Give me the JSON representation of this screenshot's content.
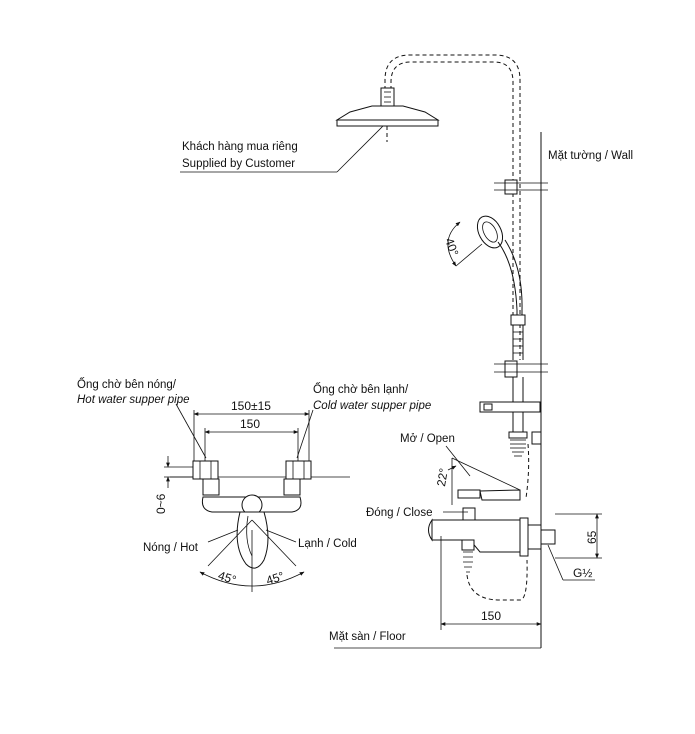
{
  "labels": {
    "customer_vi": "Khách hàng mua riêng",
    "customer_en": "Supplied by Customer",
    "wall": "Mặt tường / Wall",
    "angle_handshower": "40°",
    "hot_pipe_vi": "Ống chờ bên nóng/",
    "hot_pipe_en": "Hot water supper pipe",
    "cold_pipe_vi": "Ống chờ bên lạnh/",
    "cold_pipe_en": "Cold water supper pipe",
    "dim_150_tol": "150±15",
    "dim_150_top": "150",
    "dim_0_6": "0~6",
    "hot": "Nóng / Hot",
    "cold": "Lạnh / Cold",
    "angle_hot": "45°",
    "angle_cold": "45°",
    "open": "Mở / Open",
    "close": "Đóng / Close",
    "angle_lever": "22°",
    "dim_65": "65",
    "thread": "G½",
    "dim_150_bottom": "150",
    "floor": "Mặt sàn / Floor"
  }
}
